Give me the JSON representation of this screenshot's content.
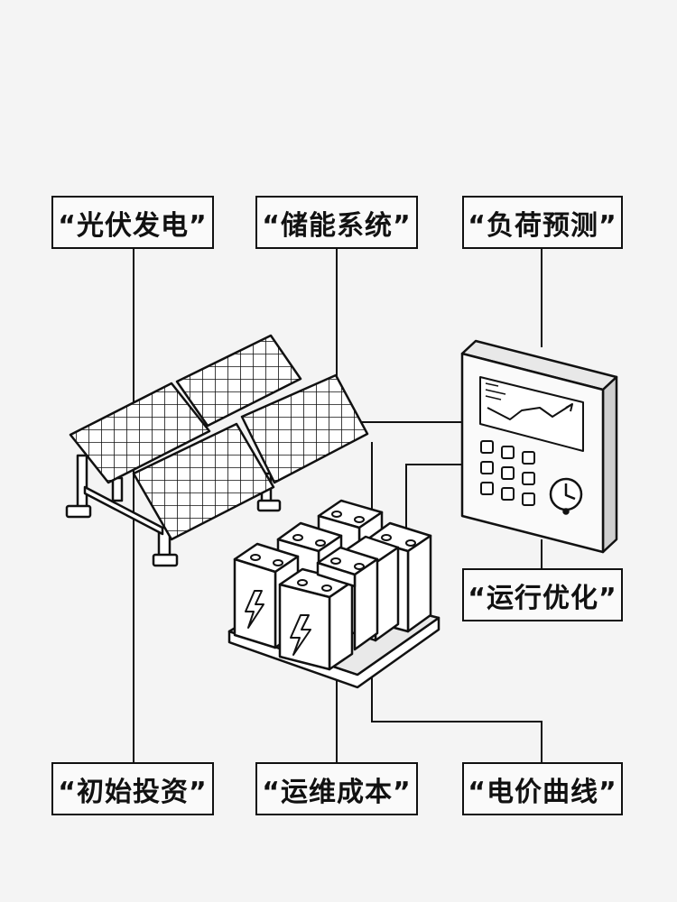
{
  "labels": {
    "solar": "“光伏发电”",
    "storage": "“储能系统”",
    "load_forecast": "“负荷预测”",
    "optimization": "“运行优化”",
    "initial_investment": "“初始投资”",
    "om_cost": "“运维成本”",
    "price_curve": "“电价曲线”"
  },
  "icons": {
    "solar": "solar-panel-array",
    "battery": "battery-bank",
    "controller": "energy-controller-device",
    "bolt": "lightning-bolt",
    "clock": "clock"
  },
  "colors": {
    "ink": "#111111",
    "paper": "#f4f4f4"
  }
}
